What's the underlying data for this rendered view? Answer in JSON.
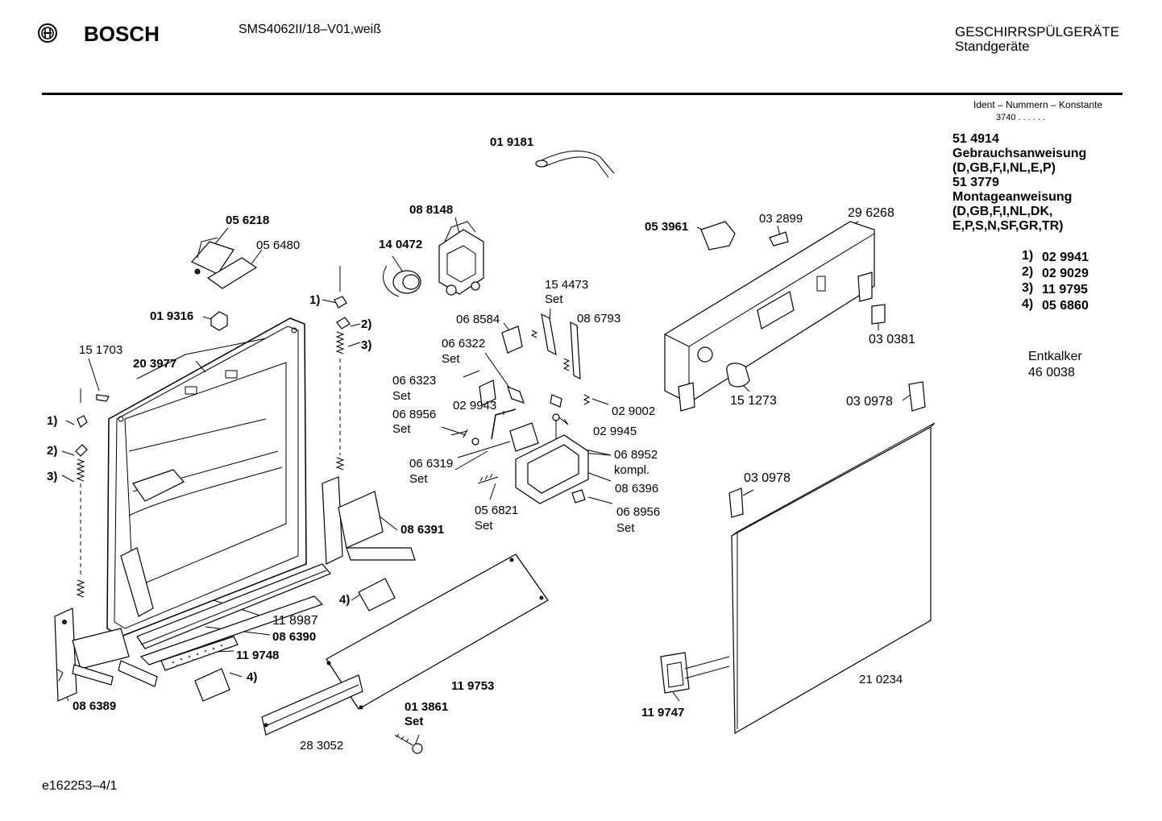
{
  "header": {
    "brand": "BOSCH",
    "model": "SMS4062II/18–V01,weiß",
    "category": "GESCHIRRSPÜLGERÄTE",
    "subcategory": "Standgeräte"
  },
  "ident": {
    "label": "Ident – Nummern – Konstante",
    "value": "3740 .  .  .  .  .  ."
  },
  "documents": [
    "51 4914",
    "Gebrauchsanweisung",
    "(D,GB,F,I,NL,E,P)",
    "51 3779",
    "Montageanweisung",
    "(D,GB,F,I,NL,DK,",
    "E,P,S,N,SF,GR,TR)"
  ],
  "footnotes": [
    {
      "key": "1)",
      "part": "02 9941"
    },
    {
      "key": "2)",
      "part": "02 9029"
    },
    {
      "key": "3)",
      "part": "11 9795"
    },
    {
      "key": "4)",
      "part": "05 6860"
    }
  ],
  "descaler": {
    "label": "Entkalker",
    "part": "46 0038"
  },
  "callouts": {
    "p019181": "01 9181",
    "p088148": "08 8148",
    "p140472": "14 0472",
    "p056218": "05 6218",
    "p056480": "05 6480",
    "p019316": "01 9316",
    "p151703": "15 1703",
    "p203977": "20 3977",
    "p053961": "05 3961",
    "p032899": "03 2899",
    "p296268": "29 6268",
    "p030381": "03 0381",
    "p151273": "15 1273",
    "p030978a": "03 0978",
    "p030978b": "03 0978",
    "p154473": "15 4473",
    "p154473set": "Set",
    "p068584": "06 8584",
    "p086793": "08 6793",
    "p066322": "06 6322",
    "p066322set": "Set",
    "p066323": "06 6323",
    "p066323set": "Set",
    "p029943": "02 9943",
    "p029002": "02 9002",
    "p068956a": "06 8956",
    "p068956aset": "Set",
    "p029945": "02 9945",
    "p068952": "06 8952",
    "p068952k": "kompl.",
    "p066319": "06 6319",
    "p066319set": "Set",
    "p086396": "08 6396",
    "p056821": "05 6821",
    "p056821set": "Set",
    "p068956b": "06 8956",
    "p068956bset": "Set",
    "p086391": "08 6391",
    "p118987": "11 8987",
    "p086390": "08 6390",
    "p119748": "11 9748",
    "p086389": "08 6389",
    "p119753": "11 9753",
    "p013861": "01 3861",
    "p013861set": "Set",
    "p283052": "28 3052",
    "p119747": "11 9747",
    "p210234": "21 0234",
    "fn1a": "1)",
    "fn2a": "2)",
    "fn3a": "3)",
    "fn1b": "1)",
    "fn2b": "2)",
    "fn3b": "3)",
    "fn4a": "4)",
    "fn4b": "4)"
  },
  "footer": {
    "doc_id": "e162253–4/1"
  }
}
